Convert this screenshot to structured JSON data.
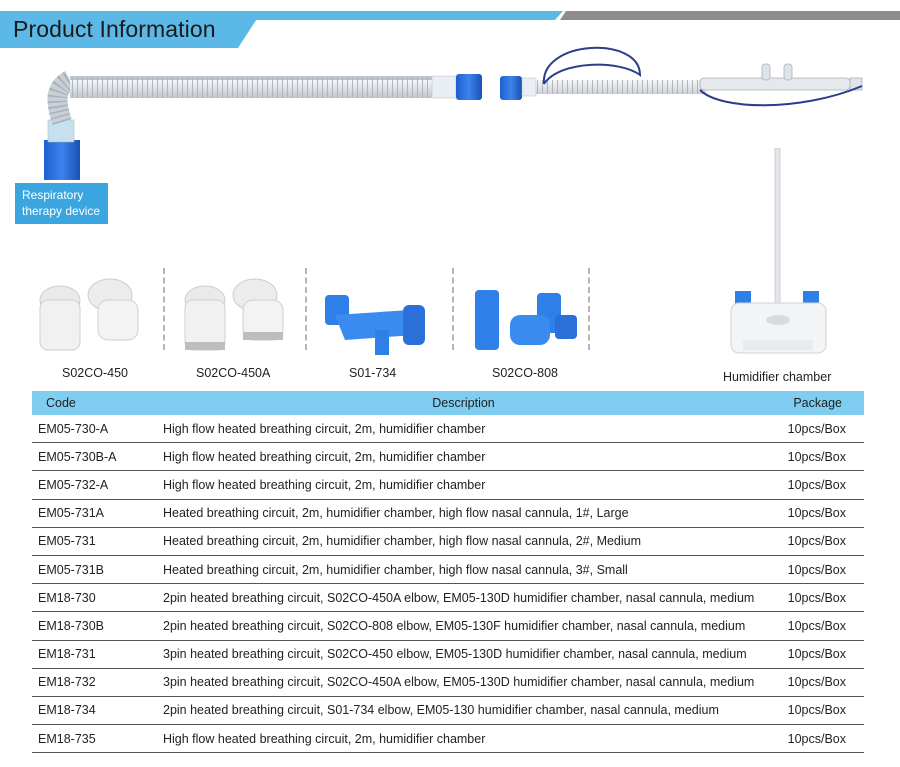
{
  "header": {
    "title": "Product Information"
  },
  "diagram": {
    "device_label_line1": "Respiratory",
    "device_label_line2": "therapy device",
    "humidifier_caption": "Humidifier chamber",
    "elbows": [
      "S02CO-450",
      "S02CO-450A",
      "S01-734",
      "S02CO-808"
    ]
  },
  "table": {
    "headers": {
      "code": "Code",
      "description": "Description",
      "package": "Package"
    },
    "rows": [
      {
        "code": "EM05-730-A",
        "description": "High flow heated breathing circuit, 2m, humidifier chamber",
        "package": "10pcs/Box"
      },
      {
        "code": "EM05-730B-A",
        "description": "High flow heated breathing circuit, 2m, humidifier chamber",
        "package": "10pcs/Box"
      },
      {
        "code": "EM05-732-A",
        "description": "High flow heated breathing circuit, 2m, humidifier chamber",
        "package": "10pcs/Box"
      },
      {
        "code": "EM05-731A",
        "description": "Heated breathing circuit, 2m, humidifier chamber, high flow nasal cannula, 1#, Large",
        "package": "10pcs/Box"
      },
      {
        "code": "EM05-731",
        "description": "Heated breathing circuit, 2m, humidifier chamber, high flow nasal cannula, 2#, Medium",
        "package": "10pcs/Box"
      },
      {
        "code": "EM05-731B",
        "description": "Heated breathing circuit, 2m, humidifier chamber, high flow nasal cannula, 3#, Small",
        "package": "10pcs/Box"
      },
      {
        "code": "EM18-730",
        "description": "2pin heated breathing circuit, S02CO-450A elbow, EM05-130D humidifier chamber, nasal cannula, medium",
        "package": "10pcs/Box"
      },
      {
        "code": "EM18-730B",
        "description": "2pin heated breathing circuit, S02CO-808 elbow, EM05-130F humidifier chamber, nasal cannula, medium",
        "package": "10pcs/Box"
      },
      {
        "code": "EM18-731",
        "description": "3pin heated breathing circuit, S02CO-450 elbow, EM05-130D humidifier chamber, nasal cannula, medium",
        "package": "10pcs/Box"
      },
      {
        "code": "EM18-732",
        "description": "3pin heated breathing circuit, S02CO-450A elbow, EM05-130D humidifier chamber, nasal cannula, medium",
        "package": "10pcs/Box"
      },
      {
        "code": "EM18-734",
        "description": "2pin heated breathing circuit, S01-734 elbow, EM05-130 humidifier chamber, nasal cannula, medium",
        "package": "10pcs/Box"
      },
      {
        "code": "EM18-735",
        "description": "High flow heated breathing circuit, 2m, humidifier chamber",
        "package": "10pcs/Box"
      }
    ]
  }
}
